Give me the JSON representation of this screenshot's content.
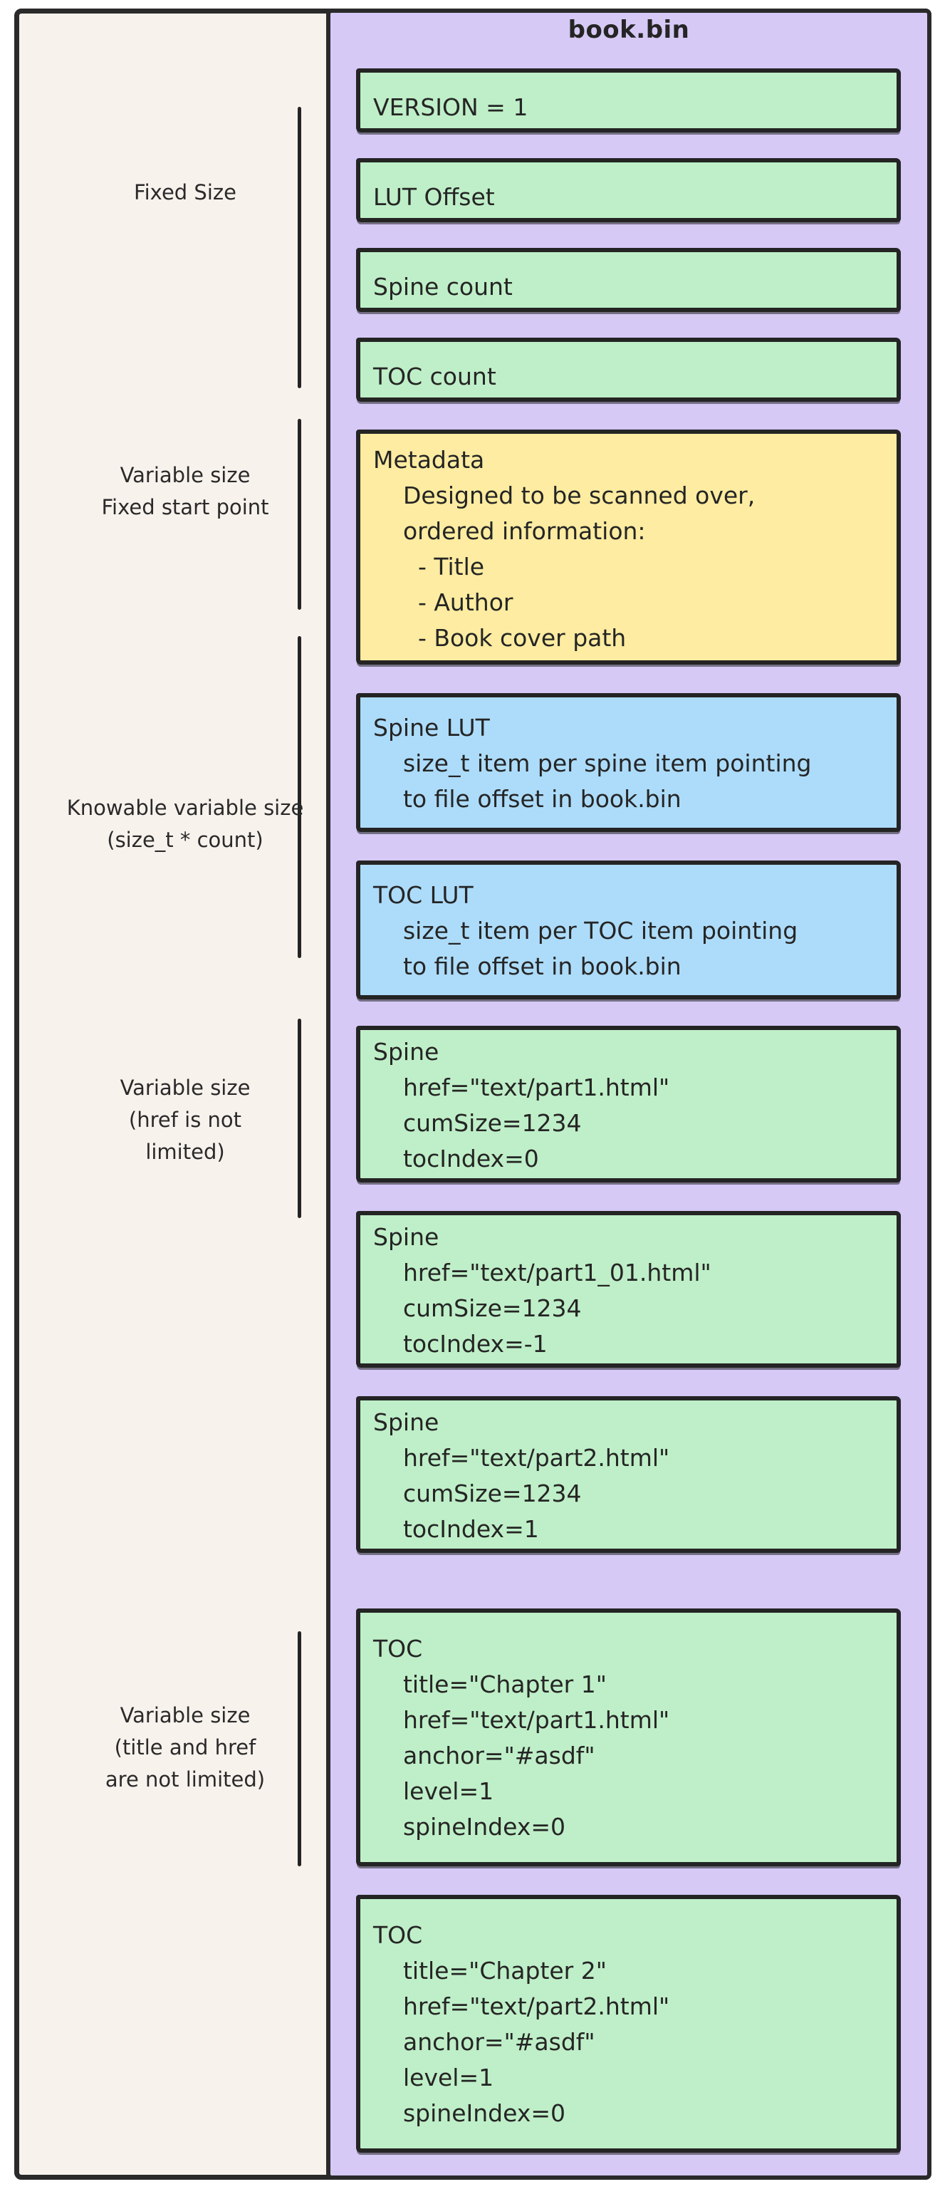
{
  "window": {
    "title": "book.bin"
  },
  "palette": {
    "page_background": "#ffffff",
    "left_panel": "#f8f2ed",
    "container_purple": "#d6c9f6",
    "box_green": "#bfefc8",
    "box_yellow": "#fdeca1",
    "box_blue": "#addcfa",
    "stroke": "#2a2a2a"
  },
  "side_labels": [
    {
      "lines": [
        "Fixed Size"
      ]
    },
    {
      "lines": [
        "Variable size",
        "Fixed start point"
      ]
    },
    {
      "lines": [
        "Knowable variable size",
        "(size_t * count)"
      ]
    },
    {
      "lines": [
        "Variable size",
        "(href is not",
        "limited)"
      ]
    },
    {
      "lines": [
        "Variable size",
        "(title and href",
        "are not limited)"
      ]
    }
  ],
  "boxes": [
    {
      "id": "version",
      "color": "green",
      "lines": [
        "VERSION = 1"
      ]
    },
    {
      "id": "lut-offset",
      "color": "green",
      "lines": [
        "LUT Offset"
      ]
    },
    {
      "id": "spine-count",
      "color": "green",
      "lines": [
        "Spine count"
      ]
    },
    {
      "id": "toc-count",
      "color": "green",
      "lines": [
        "TOC count"
      ]
    },
    {
      "id": "metadata",
      "color": "yellow",
      "lines": [
        "Metadata",
        "    Designed to be scanned over,",
        "    ordered information:",
        "      - Title",
        "      - Author",
        "      - Book cover path"
      ]
    },
    {
      "id": "spine-lut",
      "color": "blue",
      "lines": [
        "Spine LUT",
        "    size_t item per spine item pointing",
        "    to file offset in book.bin"
      ]
    },
    {
      "id": "toc-lut",
      "color": "blue",
      "lines": [
        "TOC LUT",
        "    size_t item per TOC item pointing",
        "    to file offset in book.bin"
      ]
    },
    {
      "id": "spine-item-1",
      "color": "green",
      "lines": [
        "Spine",
        "    href=\"text/part1.html\"",
        "    cumSize=1234",
        "    tocIndex=0"
      ]
    },
    {
      "id": "spine-item-2",
      "color": "green",
      "lines": [
        "Spine",
        "    href=\"text/part1_01.html\"",
        "    cumSize=1234",
        "    tocIndex=-1"
      ]
    },
    {
      "id": "spine-item-3",
      "color": "green",
      "lines": [
        "Spine",
        "    href=\"text/part2.html\"",
        "    cumSize=1234",
        "    tocIndex=1"
      ]
    },
    {
      "id": "toc-item-1",
      "color": "green",
      "lines": [
        "TOC",
        "    title=\"Chapter 1\"",
        "    href=\"text/part1.html\"",
        "    anchor=\"#asdf\"",
        "    level=1",
        "    spineIndex=0"
      ]
    },
    {
      "id": "toc-item-2",
      "color": "green",
      "lines": [
        "TOC",
        "    title=\"Chapter 2\"",
        "    href=\"text/part2.html\"",
        "    anchor=\"#asdf\"",
        "    level=1",
        "    spineIndex=0"
      ]
    }
  ]
}
